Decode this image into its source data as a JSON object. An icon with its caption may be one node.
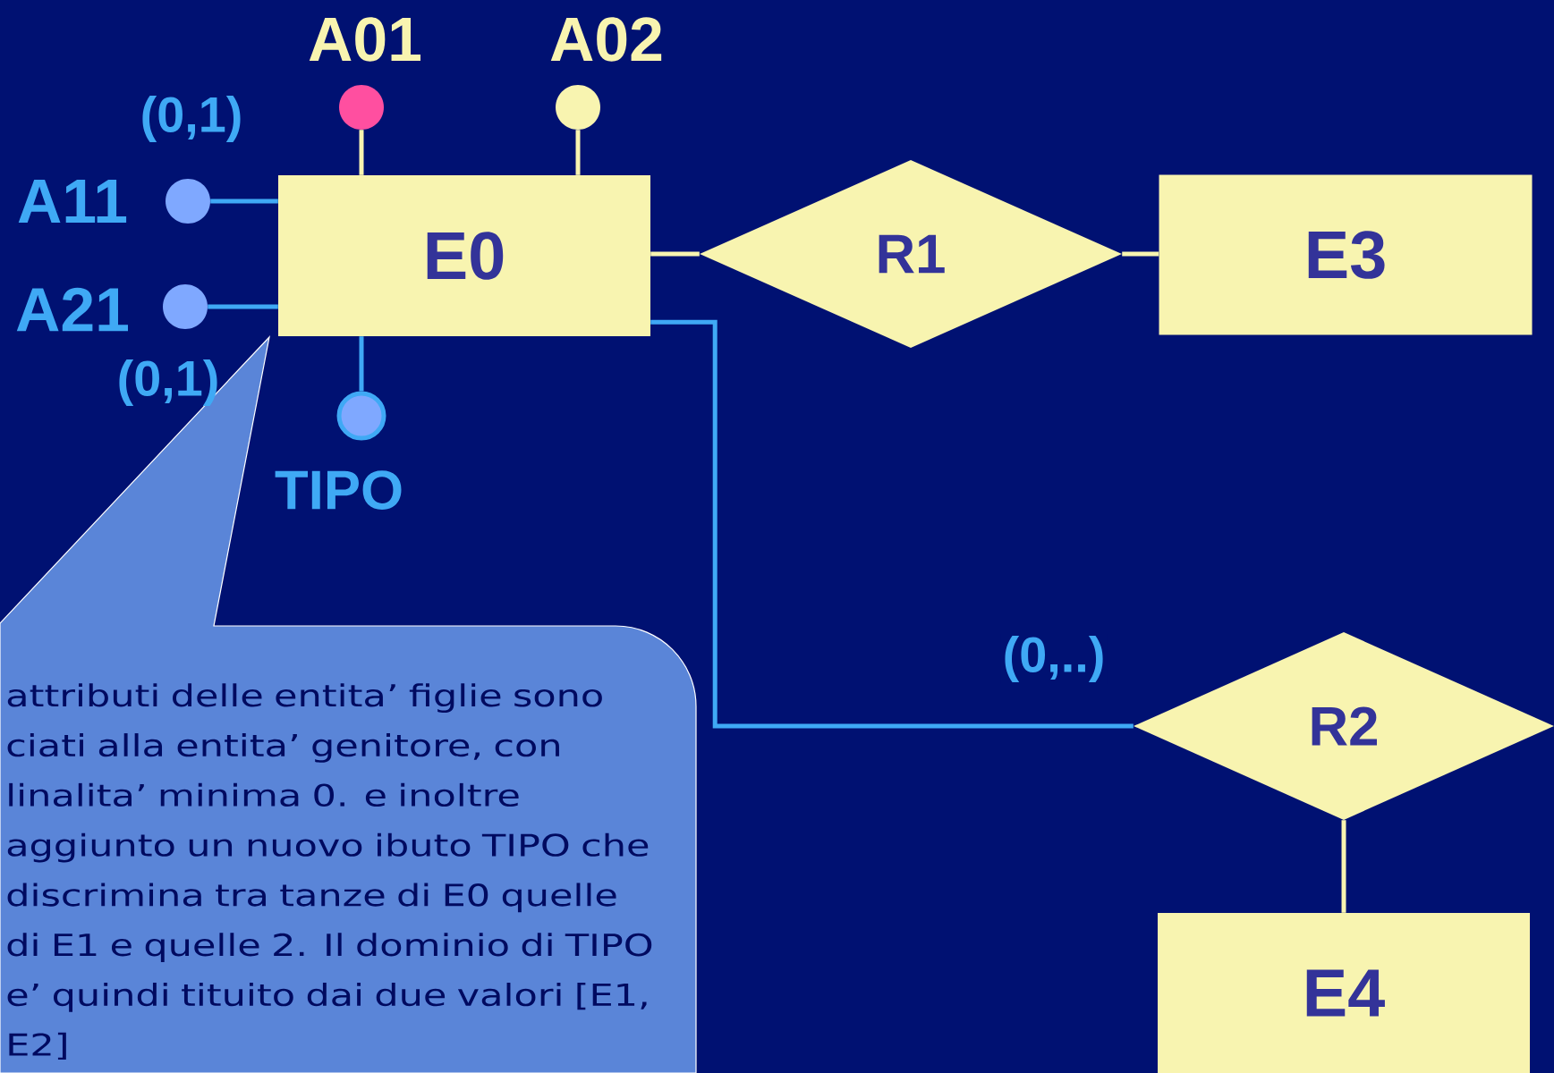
{
  "diagram": {
    "nodes": [
      {
        "text": [
          "E0"
        ]
      },
      {
        "text": [
          "A01"
        ]
      },
      {
        "text": [
          "A02"
        ]
      },
      {
        "text": [
          "A11"
        ]
      },
      {
        "text": [
          "A21"
        ]
      },
      {
        "text": [
          "TIPO"
        ]
      },
      {
        "text": [
          "R1"
        ]
      },
      {
        "text": [
          "E3"
        ]
      },
      {
        "text": [
          "attributi delle entita’ figlie sono ciati alla entita’ genitore, con linalita’ minima 0. e inoltre aggiunto un nuovo ibuto TIPO che discrimina tra tanze di E0 quelle di E1 e quelle 2. Il dominio di TIPO e’ quindi tituito dai due valori [E1, E2]"
        ]
      },
      {
        "text": [
          "R2"
        ]
      },
      {
        "text": [
          "E4"
        ]
      }
    ],
    "edges": [
      {
        "from": 1,
        "to": 0,
        "arrow": "none"
      },
      {
        "from": 2,
        "to": 0,
        "arrow": "none"
      },
      {
        "from": 3,
        "to": 0,
        "arrow": "none",
        "color": "#3fa9f5"
      },
      {
        "from": 4,
        "to": 0,
        "arrow": "none",
        "color": "#3fa9f5"
      },
      {
        "from": 5,
        "to": 0,
        "arrow": "none",
        "color": "#3fa9f5"
      },
      {
        "from": 0,
        "to": 6,
        "arrow": "none"
      },
      {
        "from": 6,
        "to": 7,
        "arrow": "none"
      },
      {
        "from": 0,
        "to": 9,
        "arrow": "none",
        "label": "(0,..)",
        "color": "#3fa9f5"
      },
      {
        "from": 9,
        "to": 10,
        "arrow": "none"
      }
    ],
    "labels": [
      "(0,1)",
      "(0,1)"
    ]
  }
}
